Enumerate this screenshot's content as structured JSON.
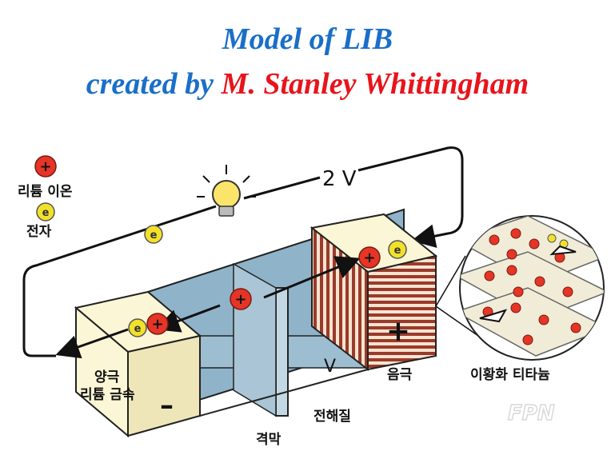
{
  "title": {
    "line1": "Model of LIB",
    "line2_prefix": "created by ",
    "line2_name": "M. Stanley Whittingham"
  },
  "legend": {
    "ion_symbol": "+",
    "ion_label": "리튬 이온",
    "electron_symbol": "e",
    "electron_label": "전자"
  },
  "circuit": {
    "voltage_label": "2 V"
  },
  "labels": {
    "anode_line1": "양극",
    "anode_line2": "리튬 금속",
    "anode_sign": "–",
    "cathode": "음극",
    "cathode_sign": "+",
    "separator": "격막",
    "electrolyte": "전해질",
    "electrolyte_symbol": "V",
    "cathode_material": "이황화 티타늄"
  },
  "watermark": "FPN",
  "colors": {
    "title_blue": "#1a6fc9",
    "title_red": "#e8141b",
    "ion": "#e53527",
    "electron": "#f2e12a",
    "electrolyte": "#8fb3c9",
    "box_face": "#fbf6d5",
    "cathode_stripe": "#9b3a2a"
  }
}
